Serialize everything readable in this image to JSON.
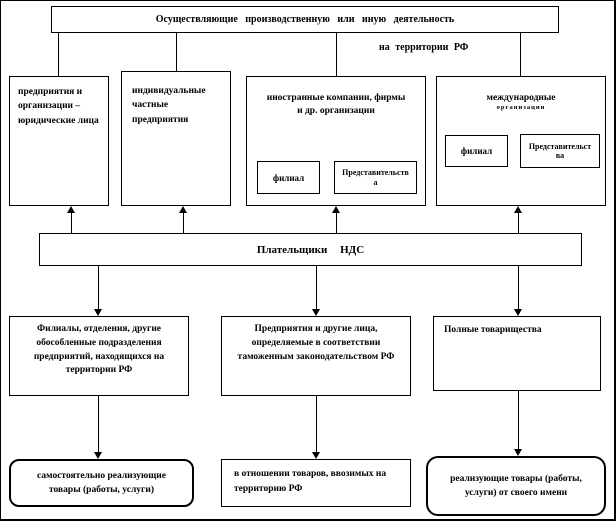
{
  "diagram": {
    "title": "Осуществляющие производственную или иную деятельность",
    "territory_note": "на территории РФ",
    "row2": {
      "legal_entities": "предприятия и организации – юридические лица",
      "individual_enterprises": "индивидуальные частные предприятия",
      "foreign_companies": {
        "label": "иностранные компании, фирмы и др. организации",
        "branch": "филиал",
        "representation": "Представительства"
      },
      "international": {
        "label": "международные",
        "sublabel": "организации",
        "branch": "филиал",
        "representation": "Представительства"
      }
    },
    "center": "Плательщики НДС",
    "row3": {
      "branches": "Филиалы, отделения, другие обособленные подразделения предприятий, находящихся на территории РФ",
      "customs": "Предприятия и другие лица, определяемые в соответствии таможенным законодательством РФ",
      "partnerships": "Полные товарищества"
    },
    "row4": {
      "self_selling": "самостоятельно реализующие товары (работы, услуги)",
      "imported_goods": "в отношении товаров, ввозимых на территорию РФ",
      "own_name": "реализующие товары (работы, услуги) от своего имени"
    },
    "colors": {
      "line": "#000000",
      "background": "#ffffff"
    }
  }
}
